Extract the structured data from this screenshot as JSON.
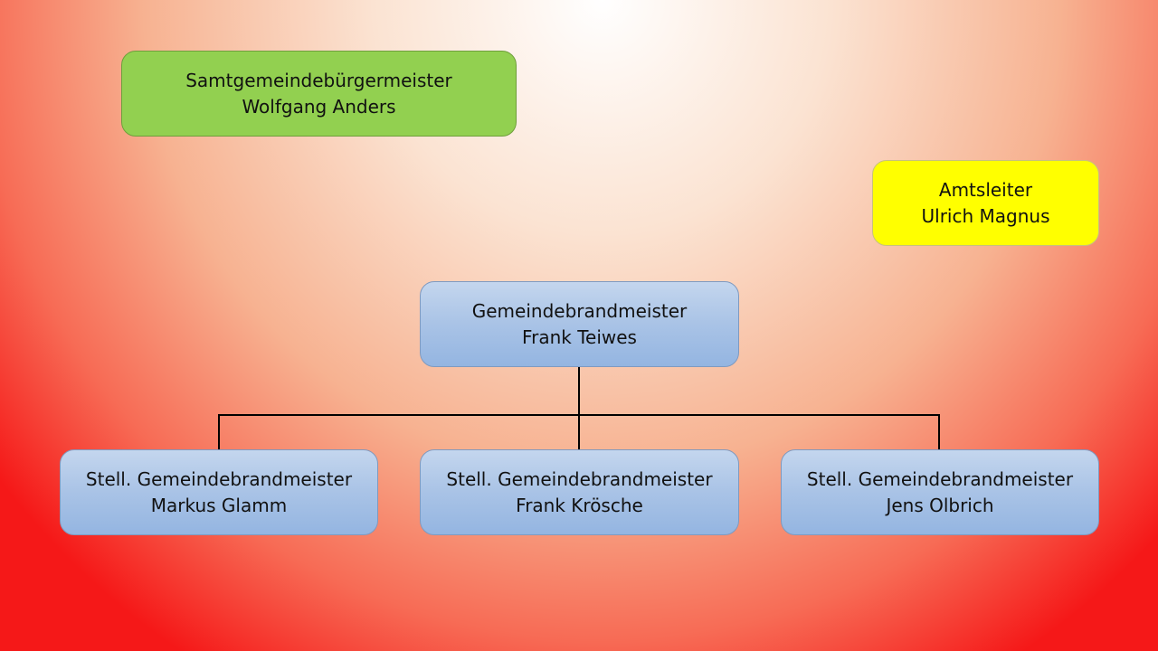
{
  "diagram": {
    "mayor": {
      "role": "Samtgemeindebürgermeister",
      "name": "Wolfgang Anders",
      "color": "#92d050"
    },
    "office_head": {
      "role": "Amtsleiter",
      "name": "Ulrich Magnus",
      "color": "#ffff00"
    },
    "fire_chief": {
      "role": "Gemeindebrandmeister",
      "name": "Frank Teiwes",
      "color": "#a9c3e6"
    },
    "deputies": [
      {
        "role": "Stell. Gemeindebrandmeister",
        "name": "Markus Glamm"
      },
      {
        "role": "Stell. Gemeindebrandmeister",
        "name": "Frank Krösche"
      },
      {
        "role": "Stell. Gemeindebrandmeister",
        "name": "Jens Olbrich"
      }
    ]
  }
}
